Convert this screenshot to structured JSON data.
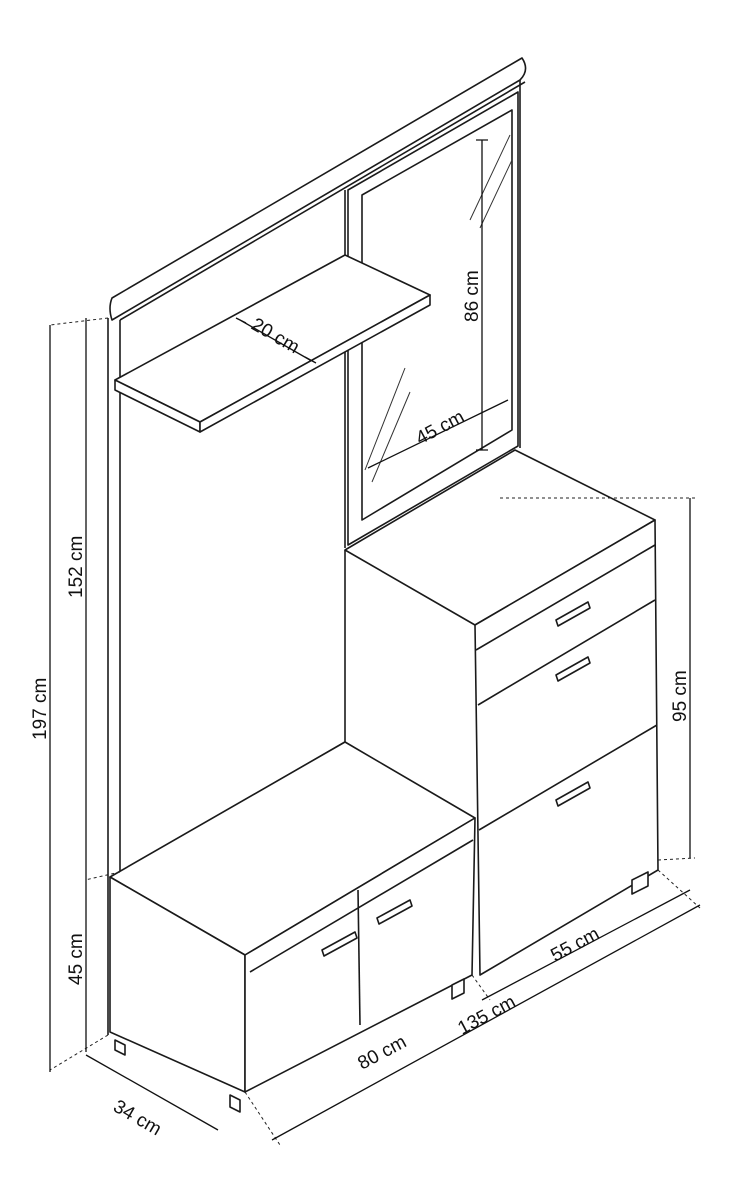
{
  "dimensions": {
    "shelf_depth": "20 cm",
    "mirror_height": "86 cm",
    "mirror_width": "45 cm",
    "upper_height": "152 cm",
    "total_height": "197 cm",
    "cabinet_height": "95 cm",
    "bench_height": "45 cm",
    "cabinet_width": "55 cm",
    "total_width": "135 cm",
    "bench_width": "80 cm",
    "depth": "34 cm"
  }
}
